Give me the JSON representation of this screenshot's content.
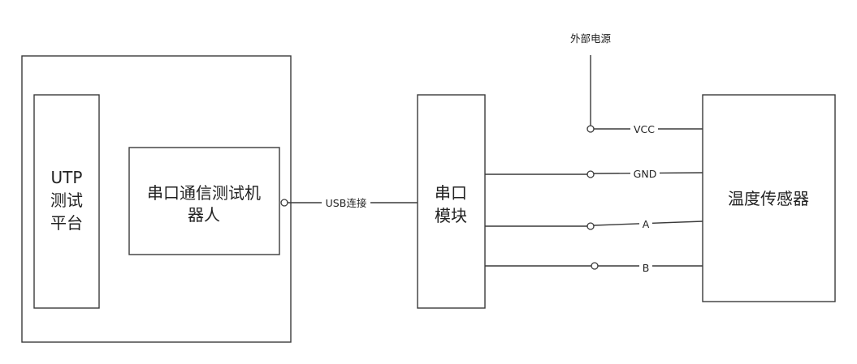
{
  "blocks": {
    "platform_outer": {
      "label": ""
    },
    "utp_platform": {
      "lines": [
        "UTP",
        "测试",
        "平台"
      ]
    },
    "test_robot": {
      "lines": [
        "串口通信测试机",
        "器人"
      ]
    },
    "serial_module": {
      "lines": [
        "串口",
        "模块"
      ]
    },
    "temp_sensor": {
      "lines": [
        "温度传感器"
      ]
    }
  },
  "connections": {
    "usb": "USB连接",
    "vcc": "VCC",
    "gnd": "GND",
    "a": "A",
    "b": "B",
    "external_power": "外部电源"
  },
  "colors": {
    "stroke": "#3a3a3a",
    "text": "#222222",
    "background": "#ffffff"
  }
}
